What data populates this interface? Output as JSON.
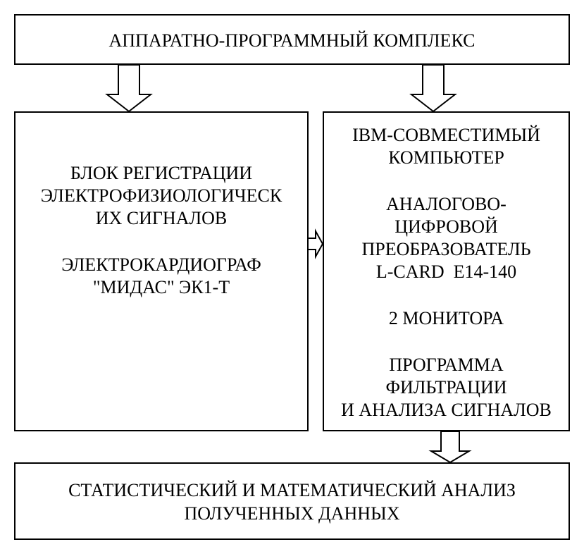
{
  "top_block": {
    "title": "АППАРАТНО-ПРОГРАММНЫЙ КОМПЛЕКС"
  },
  "left_block": {
    "line1": "БЛОК РЕГИСТРАЦИИ",
    "line2": "ЭЛЕКТРОФИЗИОЛОГИЧЕСК",
    "line3": "ИХ СИГНАЛОВ",
    "line4": "ЭЛЕКТРОКАРДИОГРАФ",
    "line5": "\"МИДАС\" ЭК1-Т"
  },
  "right_block": {
    "line1": "IBM-СОВМЕСТИМЫЙ",
    "line2": "КОМПЬЮТЕР",
    "line3": "АНАЛОГОВО-",
    "line4": "ЦИФРОВОЙ",
    "line5": "ПРЕОБРАЗОВАТЕЛЬ",
    "line6": "L-CARD  E14-140",
    "line7": "2 МОНИТОРА",
    "line8": "ПРОГРАММА",
    "line9": "ФИЛЬТРАЦИИ",
    "line10": "И АНАЛИЗА СИГНАЛОВ"
  },
  "bottom_block": {
    "line1": "СТАТИСТИЧЕСКИЙ И МАТЕМАТИЧЕСКИЙ АНАЛИЗ",
    "line2": "ПОЛУЧЕННЫХ ДАННЫХ"
  }
}
